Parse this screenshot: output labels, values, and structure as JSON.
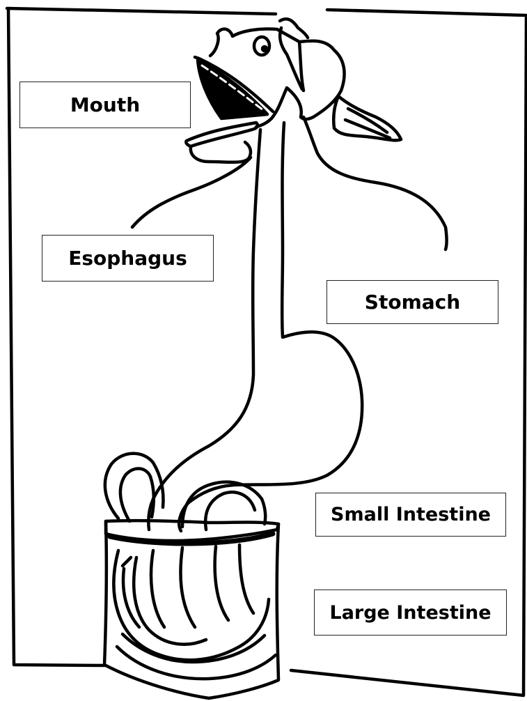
{
  "labels": {
    "mouth": "Mouth",
    "esophagus": "Esophagus",
    "stomach": "Stomach",
    "small_intestine": "Small Intestine",
    "large_intestine": "Large Intestine"
  }
}
